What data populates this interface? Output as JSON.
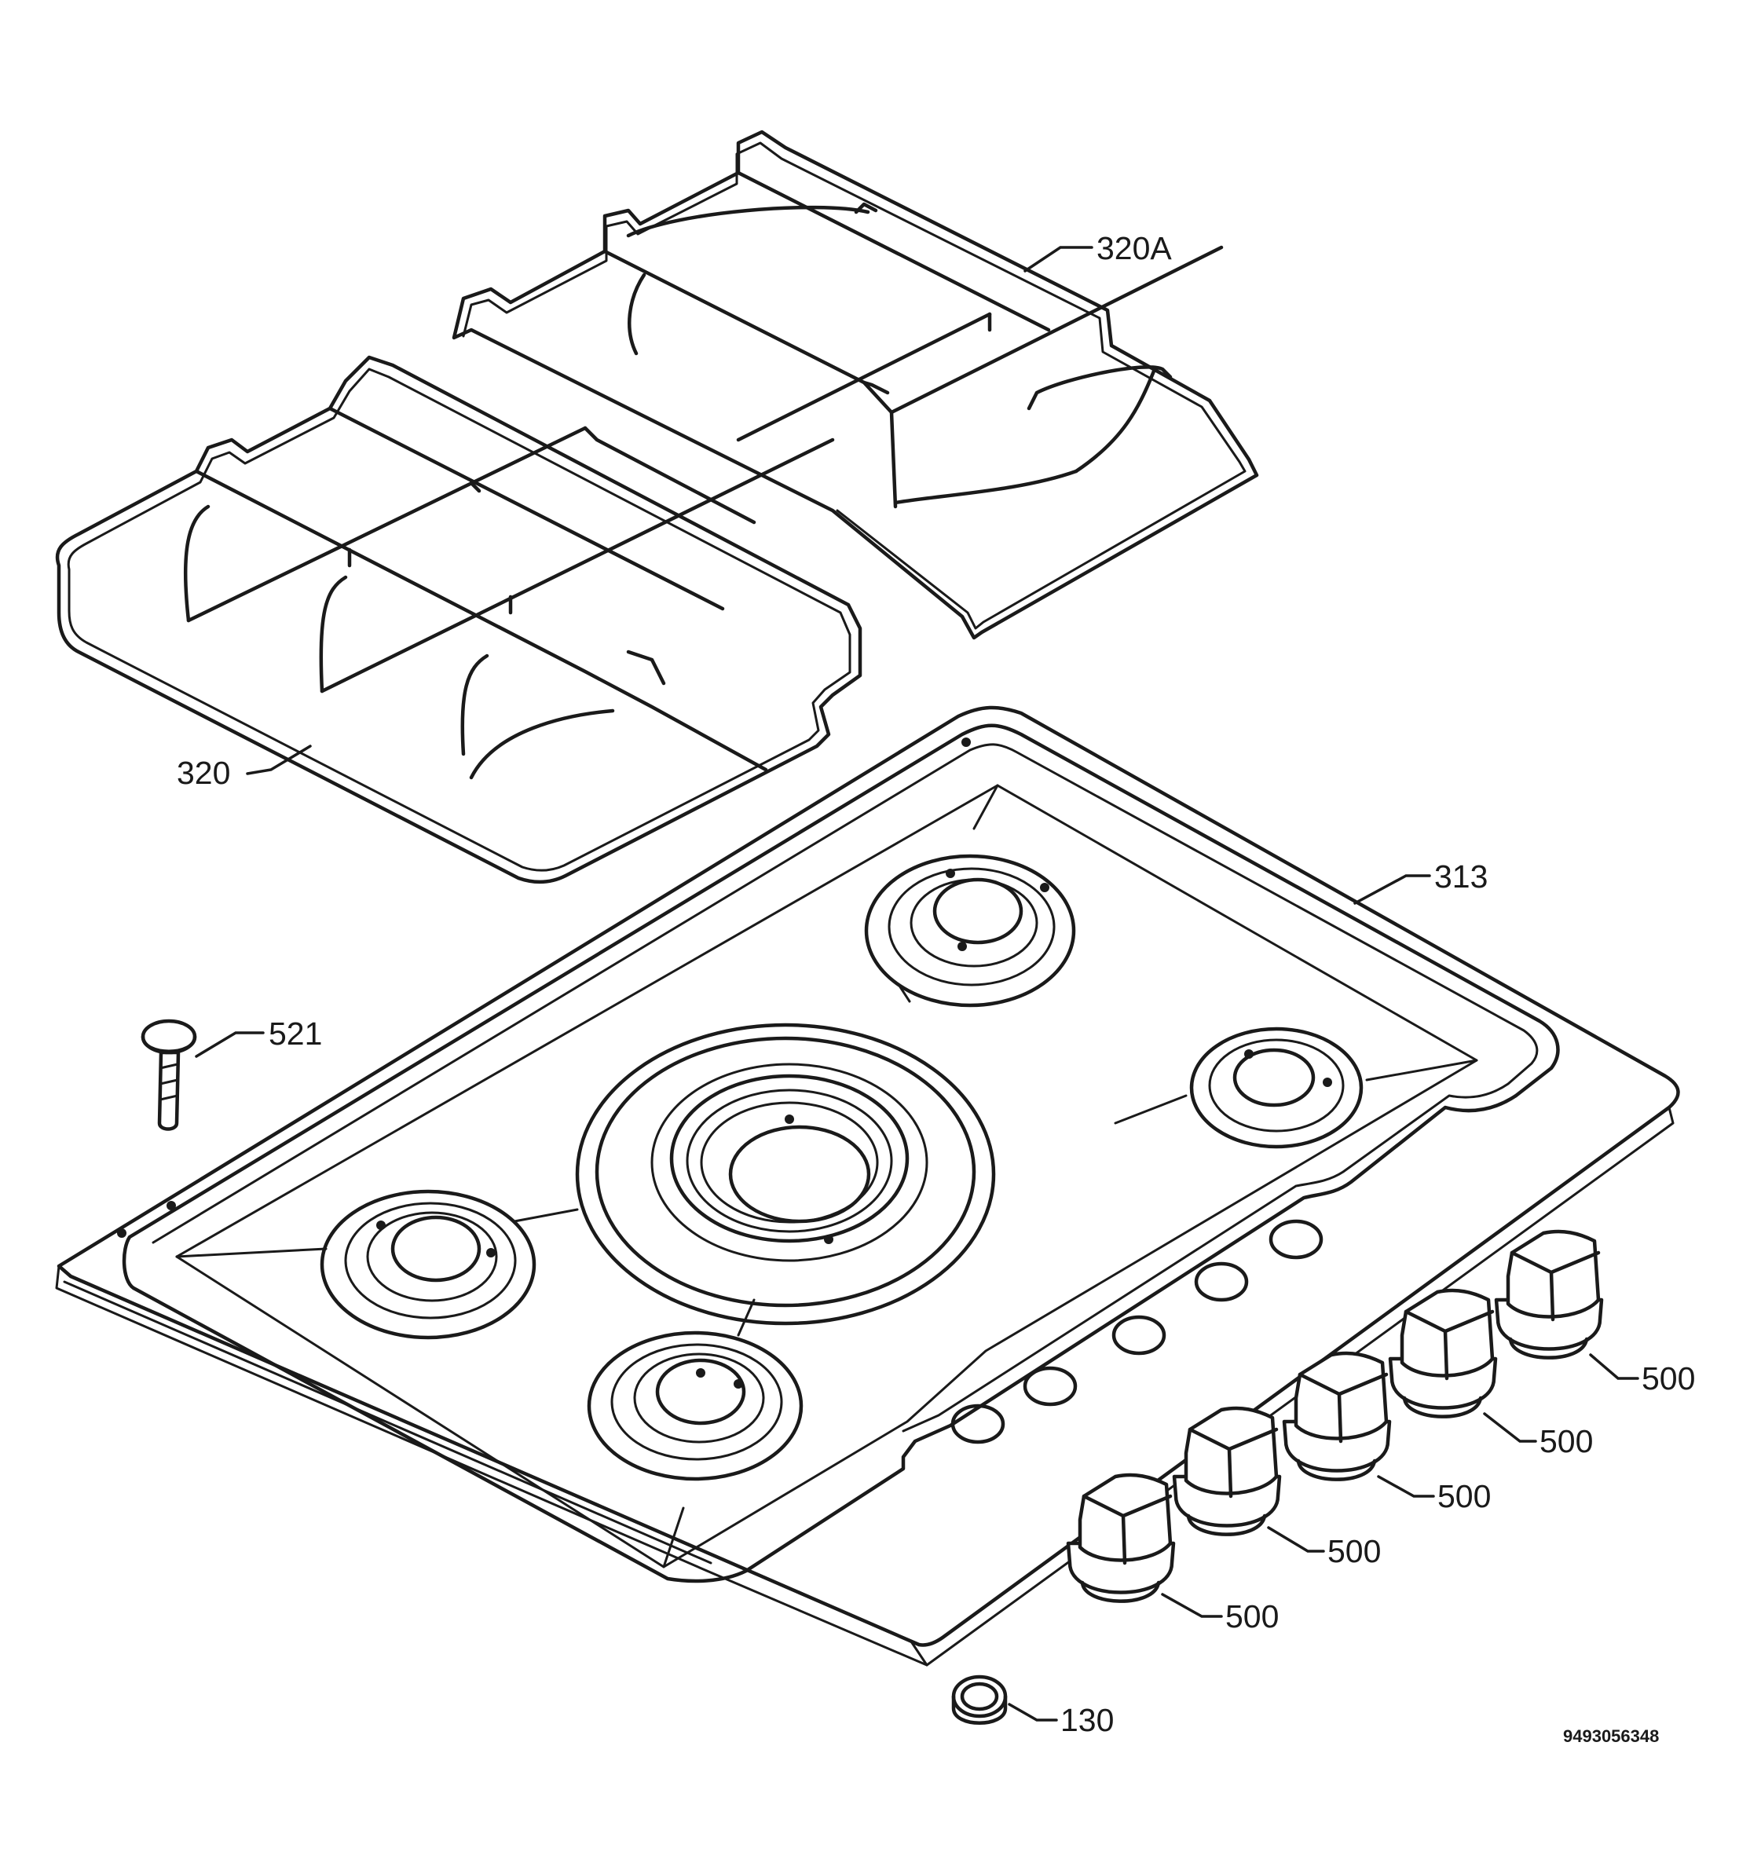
{
  "diagram": {
    "labels": {
      "grate_right": "320A",
      "grate_left": "320",
      "hob": "313",
      "screw": "521",
      "knob_1": "500",
      "knob_2": "500",
      "knob_3": "500",
      "knob_4": "500",
      "knob_5": "500",
      "seal_ring": "130"
    },
    "document_number": "9493056348"
  }
}
